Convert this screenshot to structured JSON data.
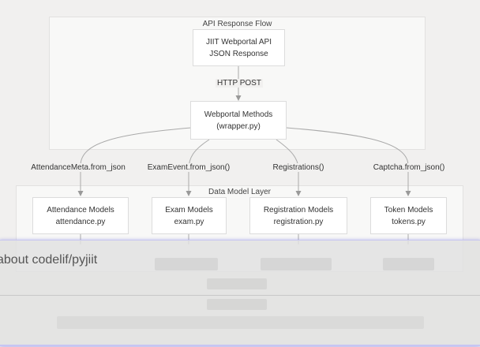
{
  "diagram": {
    "clusters": {
      "api_response_flow": {
        "title": "API Response Flow"
      },
      "data_model_layer": {
        "title": "Data Model Layer"
      }
    },
    "nodes": {
      "api_response": {
        "line1": "JIIT Webportal API",
        "line2": "JSON Response"
      },
      "webportal_methods": {
        "line1": "Webportal Methods",
        "line2": "(wrapper.py)"
      },
      "attendance_models": {
        "line1": "Attendance Models",
        "line2": "attendance.py"
      },
      "exam_models": {
        "line1": "Exam Models",
        "line2": "exam.py"
      },
      "registration_models": {
        "line1": "Registration Models",
        "line2": "registration.py"
      },
      "token_models": {
        "line1": "Token Models",
        "line2": "tokens.py"
      }
    },
    "edges": {
      "http_post": "HTTP POST",
      "attendance": "AttendanceMeta.from_json",
      "exam": "ExamEvent.from_json()",
      "registrations": "Registrations()",
      "captcha": "Captcha.from_json()"
    }
  },
  "overlay": {
    "text": "about codelif/pyjiit"
  }
}
